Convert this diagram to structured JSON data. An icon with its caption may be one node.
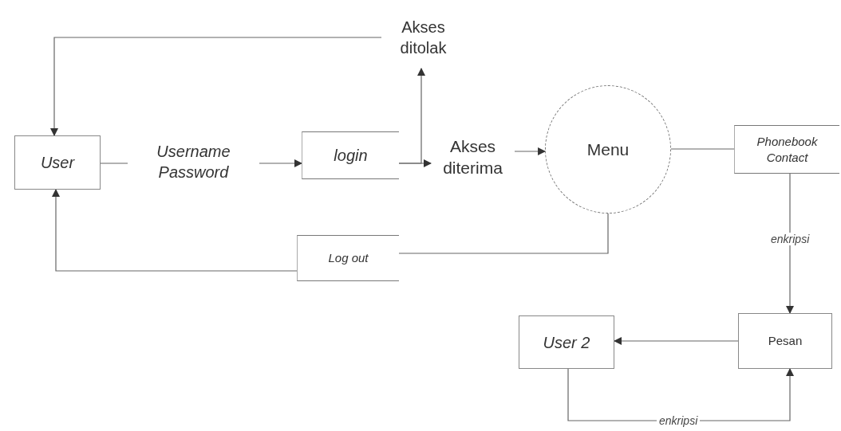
{
  "diagram": {
    "nodes": [
      {
        "text": [
          "User"
        ]
      },
      {
        "text": [
          "Username Password"
        ]
      },
      {
        "text": [
          "login"
        ]
      },
      {
        "text": [
          "Akses ditolak"
        ]
      },
      {
        "text": [
          "Akses diterima"
        ]
      },
      {
        "text": [
          "Menu"
        ]
      },
      {
        "text": [
          "Phonebook Contact"
        ]
      },
      {
        "text": [
          "Log out"
        ]
      },
      {
        "text": [
          "Pesan"
        ]
      },
      {
        "text": [
          "User 2"
        ]
      }
    ],
    "edges": [
      {
        "from": 0,
        "to": 1,
        "arrow": "none"
      },
      {
        "from": 1,
        "to": 2,
        "arrow": "to"
      },
      {
        "from": 2,
        "to": 4,
        "arrow": "to"
      },
      {
        "from": 2,
        "to": 3,
        "arrow": "to"
      },
      {
        "from": 3,
        "to": 0,
        "arrow": "to"
      },
      {
        "from": 4,
        "to": 5,
        "arrow": "to"
      },
      {
        "from": 5,
        "to": 6,
        "arrow": "none"
      },
      {
        "from": 6,
        "to": 8,
        "label": "enkripsi",
        "arrow": "to"
      },
      {
        "from": 5,
        "to": 7,
        "arrow": "none"
      },
      {
        "from": 7,
        "to": 0,
        "arrow": "to"
      },
      {
        "from": 8,
        "to": 9,
        "arrow": "to"
      },
      {
        "from": 9,
        "to": 8,
        "label": "enkripsi",
        "arrow": "to"
      }
    ]
  }
}
